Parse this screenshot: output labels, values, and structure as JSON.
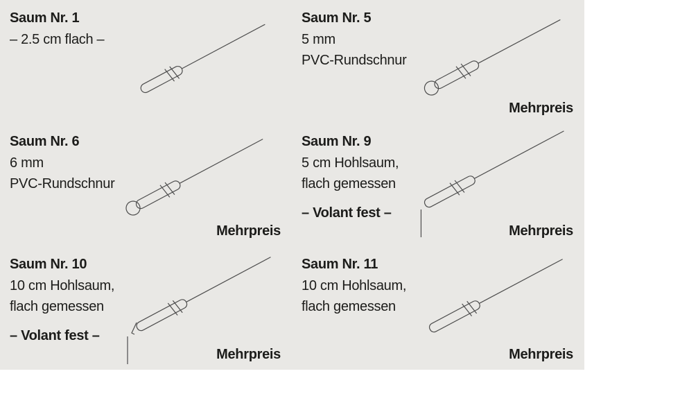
{
  "panel": {
    "background": "#e9e8e5",
    "text_color": "#1c1c1a",
    "line_color": "#4d4d4d"
  },
  "cells": [
    {
      "title": "Saum Nr. 1",
      "lines": [
        "– 2.5 cm flach –"
      ],
      "drawing": "flat-hem"
    },
    {
      "title": "Saum Nr. 5",
      "lines": [
        "5 mm",
        "PVC-Rundschnur"
      ],
      "price": "Mehrpreis",
      "drawing": "pvc-cord-hem"
    },
    {
      "title": "Saum Nr. 6",
      "lines": [
        "6 mm",
        "PVC-Rundschnur"
      ],
      "price": "Mehrpreis",
      "drawing": "pvc-cord-hem"
    },
    {
      "title": "Saum Nr. 9",
      "lines": [
        "5 cm Hohlsaum,",
        "flach gemessen"
      ],
      "note": "– Volant fest –",
      "price": "Mehrpreis",
      "drawing": "hollow-hem-volant"
    },
    {
      "title": "Saum Nr. 10",
      "lines": [
        "10 cm Hohlsaum,",
        "flach gemessen"
      ],
      "note": "– Volant fest –",
      "price": "Mehrpreis",
      "drawing": "hollow-hem-volant-corner"
    },
    {
      "title": "Saum Nr. 11",
      "lines": [
        "10 cm Hohlsaum,",
        "flach gemessen"
      ],
      "price": "Mehrpreis",
      "drawing": "hollow-hem"
    }
  ]
}
